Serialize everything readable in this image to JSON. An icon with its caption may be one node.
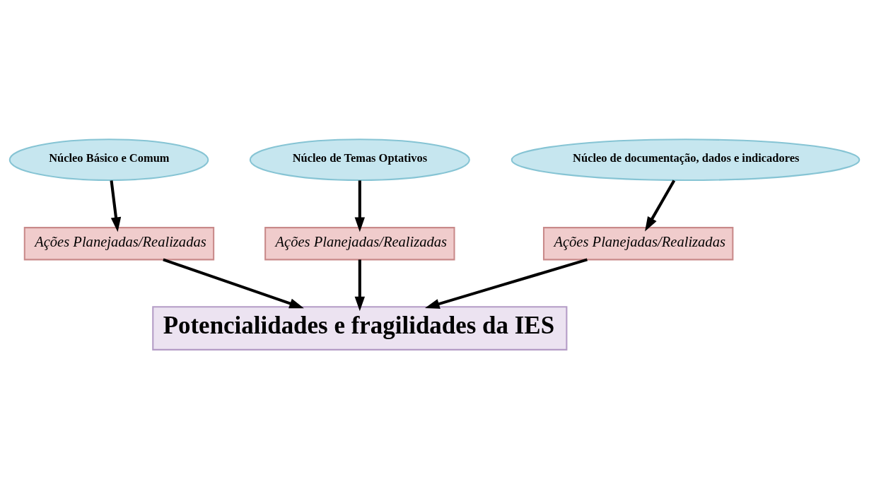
{
  "diagram": {
    "nodes": [
      {
        "text": [
          "Núcleo Básico e Comum"
        ]
      },
      {
        "text": [
          "Núcleo de Temas Optativos"
        ]
      },
      {
        "text": [
          "Núcleo de documentação, dados e indicadores"
        ]
      },
      {
        "text": [
          "Ações Planejadas/Realizadas"
        ]
      },
      {
        "text": [
          "Ações Planejadas/Realizadas"
        ]
      },
      {
        "text": [
          "Ações Planejadas/Realizadas"
        ]
      },
      {
        "text": [
          "Potencialidades e fragilidades da IES"
        ]
      }
    ],
    "edges": [
      {
        "from": 0,
        "to": 3,
        "arrow": "to"
      },
      {
        "from": 1,
        "to": 4,
        "arrow": "to"
      },
      {
        "from": 2,
        "to": 5,
        "arrow": "to"
      },
      {
        "from": 3,
        "to": 6,
        "arrow": "to"
      },
      {
        "from": 4,
        "to": 6,
        "arrow": "to"
      },
      {
        "from": 5,
        "to": 6,
        "arrow": "to"
      }
    ]
  }
}
